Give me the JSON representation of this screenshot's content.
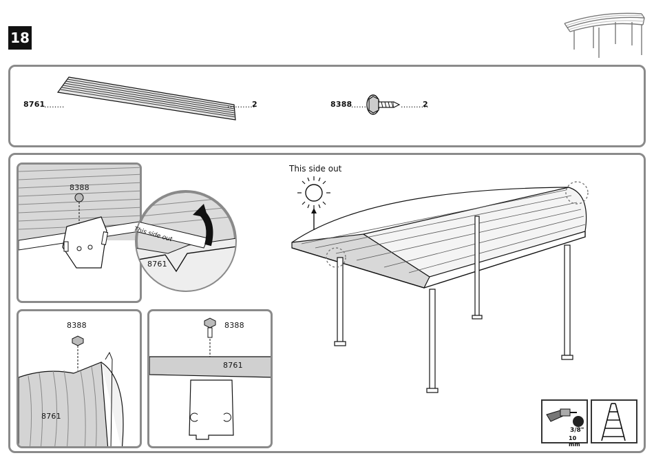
{
  "step": {
    "number": "18"
  },
  "parts": [
    {
      "code": "8761",
      "dots": "........",
      "qty_dots": "...........",
      "qty": "2",
      "icon": "corrugated-panel-icon"
    },
    {
      "code": "8388",
      "dots": "........",
      "qty_dots": "...........",
      "qty": "2",
      "icon": "hex-screw-icon"
    }
  ],
  "detail_top_left": {
    "screw_code": "8388",
    "panel_code": "8761",
    "sticker": "This side out"
  },
  "detail_bottom_left": {
    "screw_code": "8388",
    "panel_code": "8761"
  },
  "detail_bottom_mid": {
    "screw_code": "8388",
    "panel_code": "8761"
  },
  "main_diagram": {
    "note": "This side out"
  },
  "tools": {
    "drill": {
      "size_in": "3/8\"",
      "size_mm": "10 mm"
    },
    "ladder": {
      "icon": "ladder-icon"
    }
  },
  "colors": {
    "border": "#8a8a8a",
    "ink": "#111111",
    "panel_fill": "#dcdcdc",
    "callout": "#9a9a9a"
  }
}
